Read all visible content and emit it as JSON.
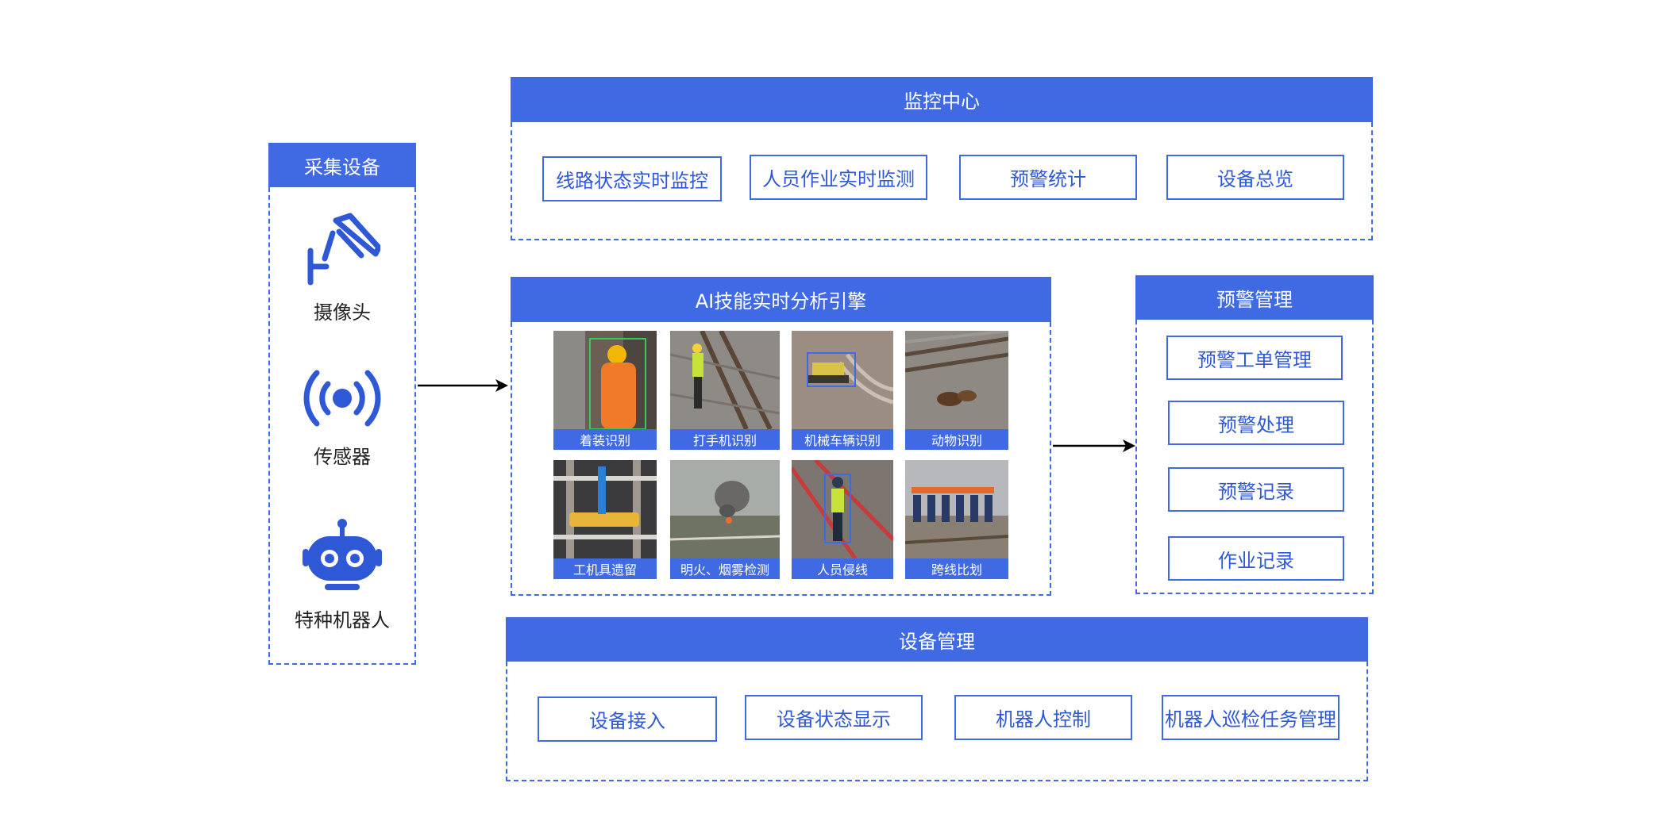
{
  "collect": {
    "title": "采集设备",
    "devices": [
      {
        "label": "摄像头",
        "icon": "camera-icon"
      },
      {
        "label": "传感器",
        "icon": "sensor-icon"
      },
      {
        "label": "特种机器人",
        "icon": "robot-icon"
      }
    ]
  },
  "monitor": {
    "title": "监控中心",
    "items": [
      "线路状态实时监控",
      "人员作业实时监测",
      "预警统计",
      "设备总览"
    ]
  },
  "ai": {
    "title": "AI技能实时分析引擎",
    "skills": [
      "着装识别",
      "打手机识别",
      "机械车辆识别",
      "动物识别",
      "工机具遗留",
      "明火、烟雾检测",
      "人员侵线",
      "跨线比划"
    ]
  },
  "alert": {
    "title": "预警管理",
    "items": [
      "预警工单管理",
      "预警处理",
      "预警记录",
      "作业记录"
    ]
  },
  "device_mgmt": {
    "title": "设备管理",
    "items": [
      "设备接入",
      "设备状态显示",
      "机器人控制",
      "机器人巡检任务管理"
    ]
  },
  "colors": {
    "accent": "#3f6ae4",
    "text_accent": "#2f58d6"
  }
}
